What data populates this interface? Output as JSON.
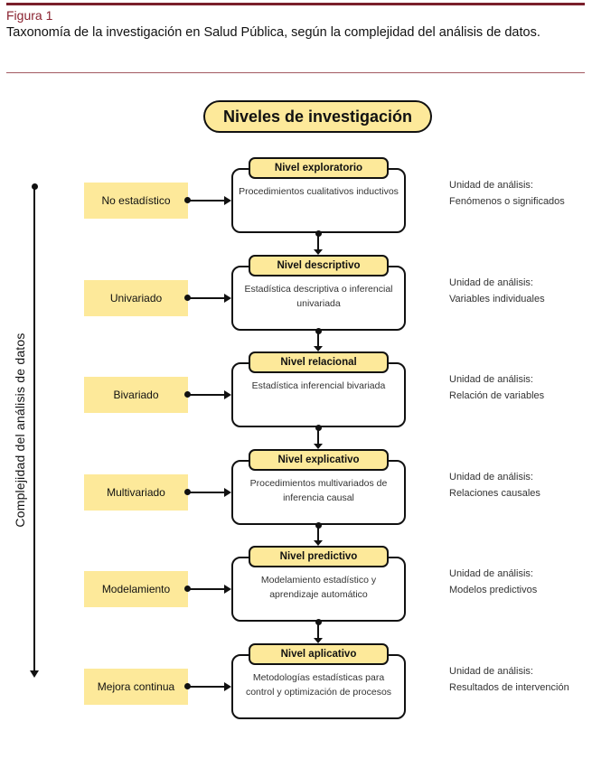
{
  "figure": {
    "label": "Figura 1",
    "caption": "Taxonomía de la investigación en Salud Pública, según la complejidad del análisis de datos."
  },
  "diagram": {
    "title": "Niveles de investigación",
    "axis_label": "Complejidad del análisis de datos",
    "colors": {
      "accent_fill": "#fde99a",
      "stroke": "#111111",
      "header_rule": "#7a1f2b"
    },
    "levels": [
      {
        "name": "Nivel exploratorio",
        "analysis": "No estadístico",
        "description": "Procedimientos cualitativos inductivos",
        "unit_label": "Unidad de análisis:",
        "unit_value": "Fenómenos o significados"
      },
      {
        "name": "Nivel descriptivo",
        "analysis": "Univariado",
        "description": "Estadística descriptiva o inferencial univariada",
        "unit_label": "Unidad de análisis:",
        "unit_value": "Variables individuales"
      },
      {
        "name": "Nivel relacional",
        "analysis": "Bivariado",
        "description": "Estadística inferencial bivariada",
        "unit_label": "Unidad de análisis:",
        "unit_value": "Relación de variables"
      },
      {
        "name": "Nivel explicativo",
        "analysis": "Multivariado",
        "description": "Procedimientos multivariados de inferencia causal",
        "unit_label": "Unidad de análisis:",
        "unit_value": "Relaciones causales"
      },
      {
        "name": "Nivel predictivo",
        "analysis": "Modelamiento",
        "description": "Modelamiento estadístico y aprendizaje automático",
        "unit_label": "Unidad de análisis:",
        "unit_value": "Modelos predictivos"
      },
      {
        "name": "Nivel aplicativo",
        "analysis": "Mejora continua",
        "description": "Metodologías estadísticas para control y optimización de procesos",
        "unit_label": "Unidad de análisis:",
        "unit_value": "Resultados de intervención"
      }
    ]
  }
}
